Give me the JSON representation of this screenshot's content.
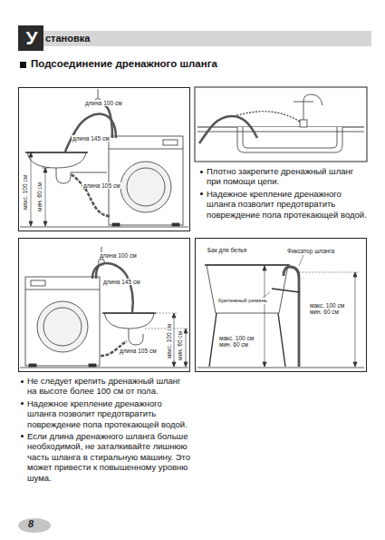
{
  "diagram": {
    "title": "Подсоединение дренажного шланга",
    "nodes": [
      {
        "text": [
          "длина 100 см",
          "длина 145 см",
          "длина 105 см",
          "макс. 100 см",
          "мин. 60 см"
        ]
      },
      {
        "text": [
          "длина 100 см",
          "длина 145 см",
          "длина 105 см",
          "макс. 100 см",
          "мин. 60 см"
        ]
      },
      {
        "text": [
          "Бак для белья",
          "Фиксатор шланга",
          "Крепежный ремень",
          "макс. 100 см мин. 60 см",
          "макс. 100 см мин. 60 см"
        ]
      }
    ],
    "labels": [
      "У",
      "становка",
      "Плотно закрепите дренажный шланг при помощи цепи.",
      "Надежное крепление дренажного шланга позволит предотвратить повреждение пола протекающей водой.",
      "Не следует крепить дренажный шланг на высоте более 100 см от пола.",
      "Надежное крепление дренажного шланга позволит предотвратить повреждение пола протекающей водой.",
      "Если длина дренажного шланга больше необходимой, не заталкивайте лишнюю часть шланга в стиральную машину. Это может привести к повышенному уровню шума.",
      "8"
    ]
  }
}
